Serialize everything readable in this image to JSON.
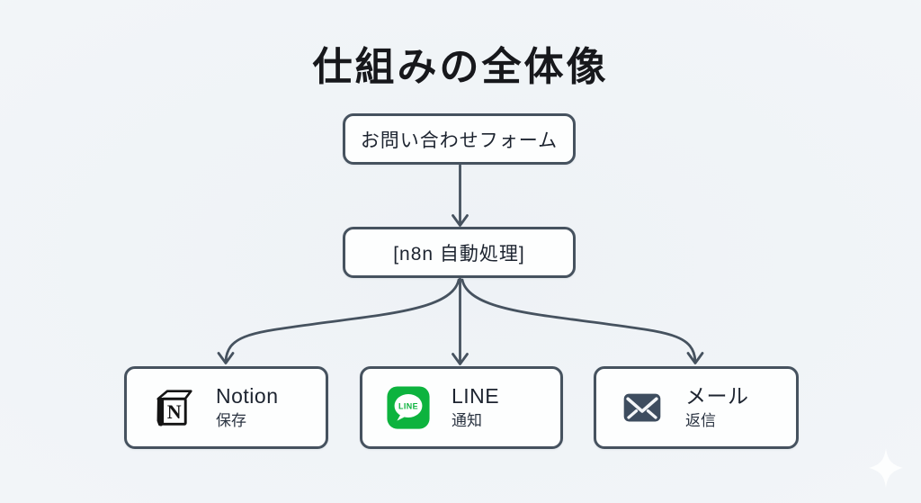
{
  "title": "仕組みの全体像",
  "flow": {
    "form": {
      "label": "お問い合わせフォーム"
    },
    "processor": {
      "label": "[n8n 自動処理]"
    },
    "outputs": [
      {
        "name": "Notion",
        "action": "保存",
        "icon": "notion-icon"
      },
      {
        "name": "LINE",
        "action": "通知",
        "icon": "line-icon"
      },
      {
        "name": "メール",
        "action": "返信",
        "icon": "mail-icon"
      }
    ]
  },
  "icons": {
    "notion_letter": "N",
    "line_logo_text": "LINE",
    "sparkle": "four-pointed-star"
  },
  "colors": {
    "background": "#f0f3f7",
    "box_border": "#46525f",
    "box_fill": "#fdfefe",
    "arrow": "#46525f",
    "title_text": "#17181c",
    "label_text": "#1d2430",
    "line_green": "#0db33e",
    "mail_slate": "#3e4d5f",
    "notion_black": "#141414",
    "sparkle_white": "#ffffff"
  }
}
